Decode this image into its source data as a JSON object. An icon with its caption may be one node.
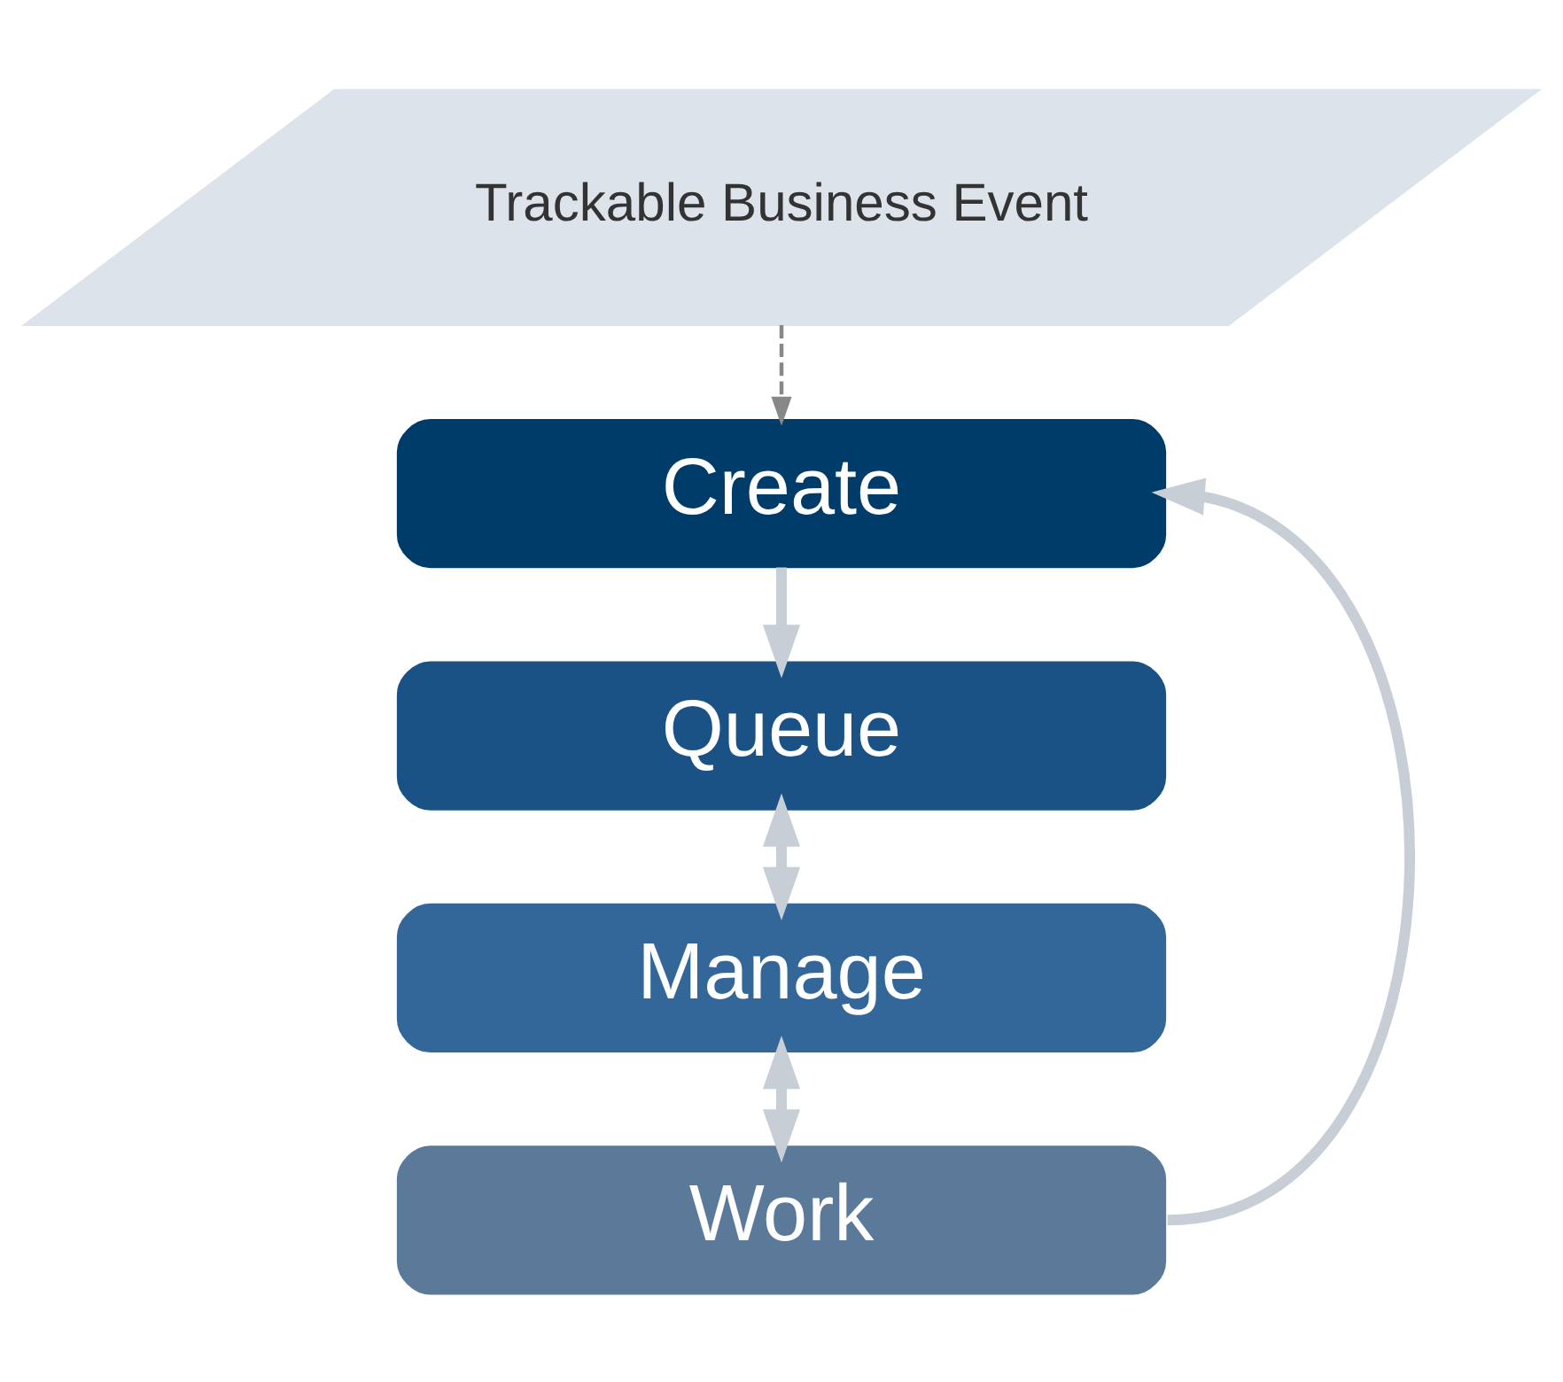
{
  "diagram": {
    "nodes": [
      {
        "text": [
          "Trackable Business Event"
        ]
      },
      {
        "text": [
          "Create"
        ]
      },
      {
        "text": [
          "Queue"
        ]
      },
      {
        "text": [
          "Manage"
        ]
      },
      {
        "text": [
          "Work"
        ]
      }
    ],
    "edges": [
      {
        "from": 0,
        "to": 1,
        "arrow": "to",
        "style": "dashed",
        "color": "#888888"
      },
      {
        "from": 1,
        "to": 2,
        "arrow": "to"
      },
      {
        "from": 2,
        "to": 3,
        "arrow": "both"
      },
      {
        "from": 3,
        "to": 4,
        "arrow": "both"
      },
      {
        "from": 4,
        "to": 1,
        "arrow": "to"
      }
    ]
  }
}
